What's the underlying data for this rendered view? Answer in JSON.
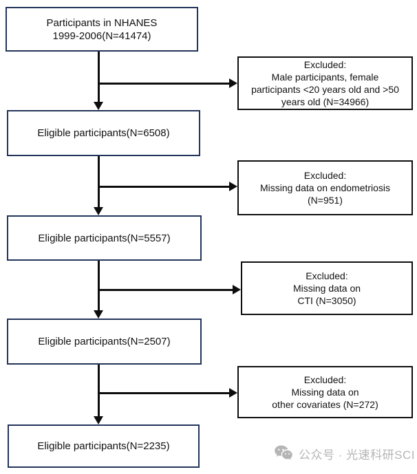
{
  "flow": {
    "main_boxes": [
      {
        "label": "Participants in NHANES\n1999-2006(N=41474)"
      },
      {
        "label": "Eligible participants(N=6508)"
      },
      {
        "label": "Eligible participants(N=5557)"
      },
      {
        "label": "Eligible participants(N=2507)"
      },
      {
        "label": "Eligible participants(N=2235)"
      }
    ],
    "excluded_boxes": [
      {
        "label": "Excluded:\nMale participants, female\nparticipants <20 years old and >50\nyears old (N=34966)"
      },
      {
        "label": "Excluded:\nMissing data on endometriosis\n(N=951)"
      },
      {
        "label": "Excluded:\nMissing data on\nCTI (N=3050)"
      },
      {
        "label": "Excluded:\nMissing data on\nother covariates (N=272)"
      }
    ]
  },
  "watermark": {
    "icon": "wechat-icon",
    "text": "公众号 · 光速科研SCI"
  },
  "colors": {
    "main_box_border": "#22345a",
    "excluded_box_border": "#0d0d0d",
    "connector": "#0d0d0d",
    "watermark": "#b5b5b5"
  }
}
